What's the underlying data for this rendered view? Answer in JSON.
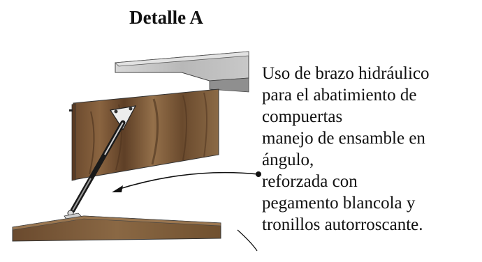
{
  "title": "Detalle A",
  "description_lines": [
    "Uso de brazo hidráulico",
    "para el abatimiento de",
    "compuertas",
    "manejo de ensamble en",
    "ángulo,",
    "reforzada con",
    "pegamento blancola y",
    "tronillos autorroscante."
  ]
}
